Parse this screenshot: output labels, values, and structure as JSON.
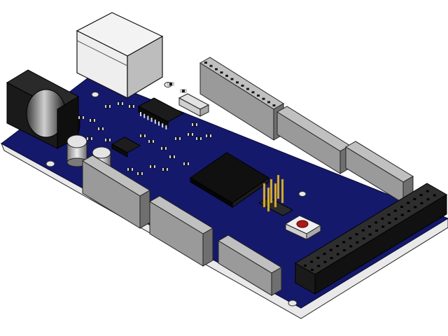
{
  "scene": {
    "background": "#ffffff",
    "colors": {
      "board_top": "#14196b",
      "board_side": "#e8e8e8",
      "header_gray": "#9a9a9a",
      "header_gray_dark": "#6f6f6f",
      "header_black": "#232323",
      "header_black_dark": "#111111",
      "usb_face": "#f2f2f2",
      "usb_side": "#c4c4c4",
      "jack": "#1c1c1c",
      "chip": "#151515",
      "pin_gold": "#d9b23a",
      "button_red": "#b01818",
      "cap_silver": "#bdbdbd",
      "smd_silver": "#d0d0d0"
    },
    "parts": [
      {
        "name": "usb-b-connector"
      },
      {
        "name": "dc-power-jack"
      },
      {
        "name": "microcontroller-qfp"
      },
      {
        "name": "usb-interface-ic"
      },
      {
        "name": "crystal-oscillator"
      },
      {
        "name": "reset-button"
      },
      {
        "name": "icsp-header"
      },
      {
        "name": "electrolytic-capacitor"
      },
      {
        "name": "digital-pin-headers"
      },
      {
        "name": "power-analog-headers"
      },
      {
        "name": "double-row-header"
      }
    ]
  }
}
